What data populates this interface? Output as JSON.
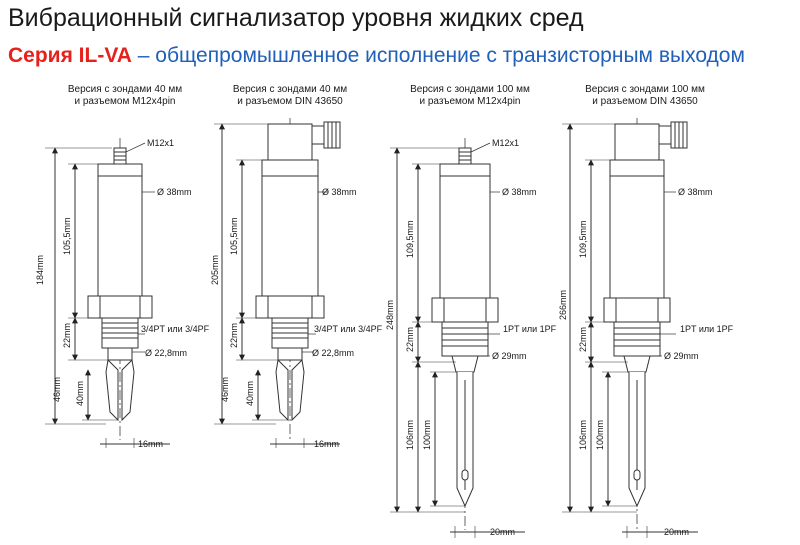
{
  "title": "Вибрационный сигнализатор уровня жидких сред",
  "subtitle": {
    "series": "Серия IL-VA",
    "rest": " – общепромышленное исполнение с транзисторным выходом"
  },
  "colors": {
    "series": "#e8201c",
    "rest": "#2060b8"
  },
  "variants": [
    {
      "caption1": "Версия с зондами 40 мм",
      "caption2": "и разъемом M12x4pin",
      "connector": "M12x1",
      "dia_body": "Ø 38mm",
      "len_body": "105,5mm",
      "len_total": "184mm",
      "len_thread": "22mm",
      "thread": "3/4PT или 3/4PF",
      "dia_thread": "Ø 22,8mm",
      "len_probe_total": "46mm",
      "len_probe": "40mm",
      "probe_width": "16mm"
    },
    {
      "caption1": "Версия с зондами 40 мм",
      "caption2": "и разъемом DIN 43650",
      "connector": "",
      "dia_body": "Ø 38mm",
      "len_body": "105,5mm",
      "len_total": "205mm",
      "len_thread": "22mm",
      "thread": "3/4PT или 3/4PF",
      "dia_thread": "Ø 22,8mm",
      "len_probe_total": "46mm",
      "len_probe": "40mm",
      "probe_width": "16mm"
    },
    {
      "caption1": "Версия с зондами 100 мм",
      "caption2": "и разъемом M12x4pin",
      "connector": "M12x1",
      "dia_body": "Ø 38mm",
      "len_body": "109,5mm",
      "len_total": "248mm",
      "len_thread": "22mm",
      "thread": "1PT или 1PF",
      "dia_thread": "Ø 29mm",
      "len_probe_total": "106mm",
      "len_probe": "100mm",
      "probe_width": "20mm"
    },
    {
      "caption1": "Версия с зондами 100 мм",
      "caption2": "и разъемом DIN 43650",
      "connector": "",
      "dia_body": "Ø 38mm",
      "len_body": "109,5mm",
      "len_total": "266mm",
      "len_thread": "22mm",
      "thread": "1PT или 1PF",
      "dia_thread": "Ø 29mm",
      "len_probe_total": "106mm",
      "len_probe": "100mm",
      "probe_width": "20mm"
    }
  ]
}
